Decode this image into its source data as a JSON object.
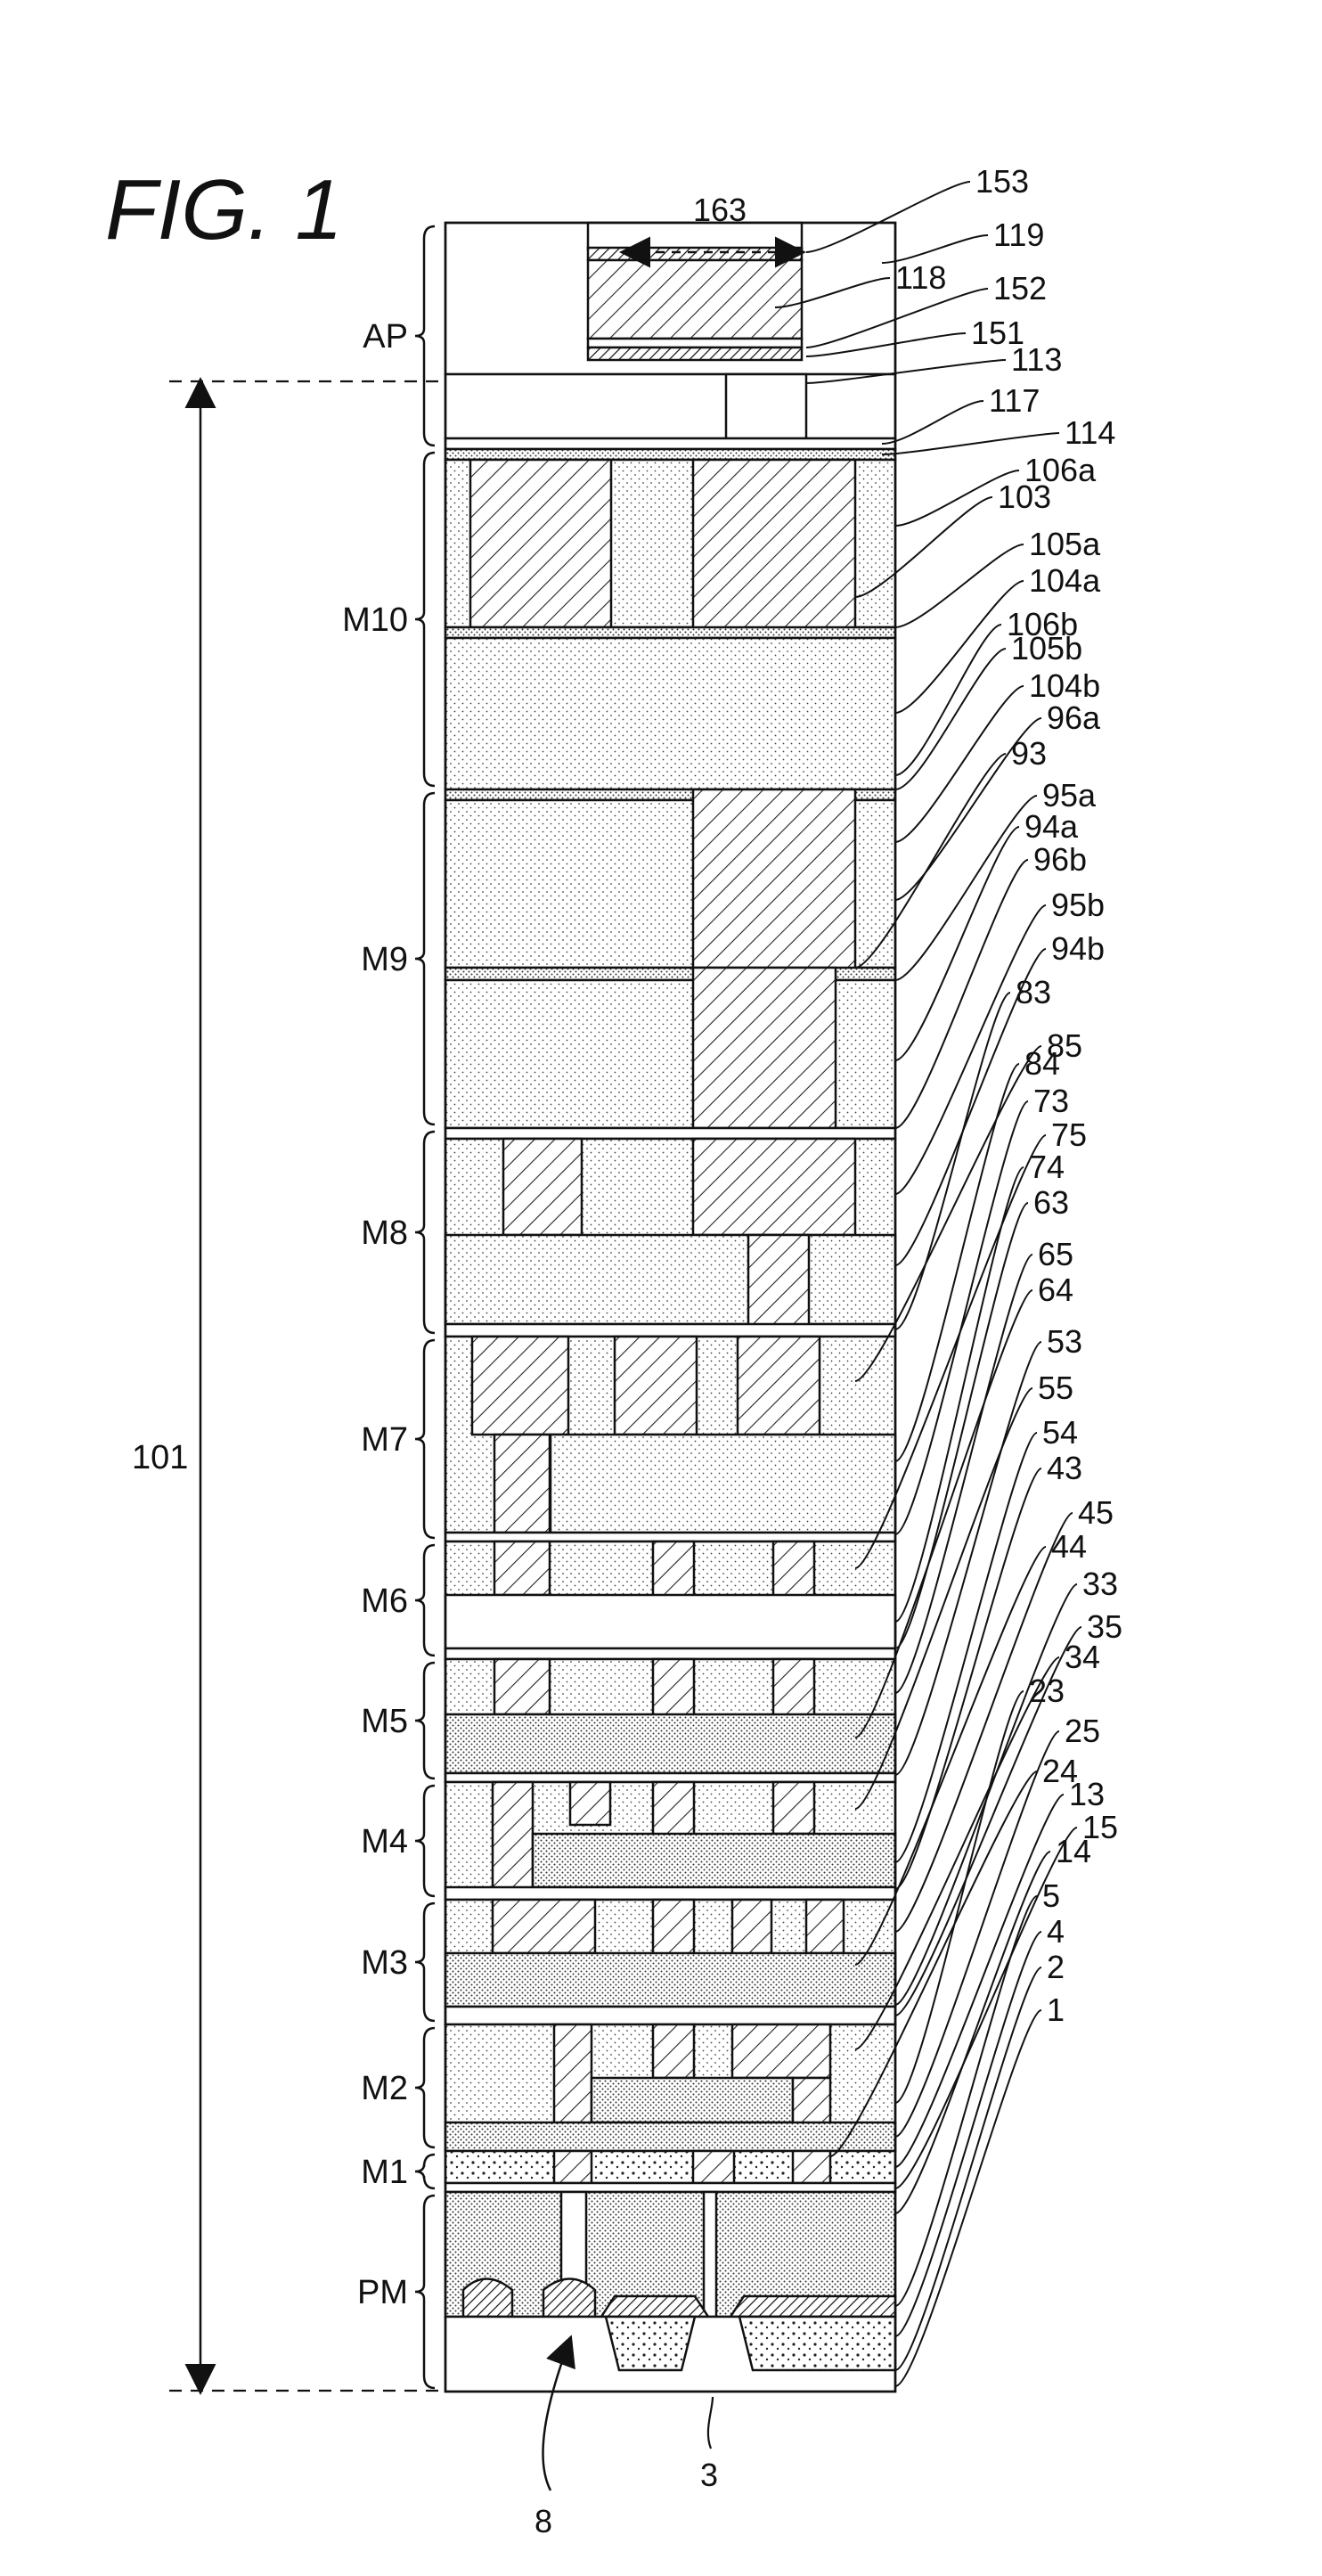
{
  "figure": {
    "title": "FIG. 1"
  },
  "layers": [
    "AP",
    "M10",
    "M9",
    "M8",
    "M7",
    "M6",
    "M5",
    "M4",
    "M3",
    "M2",
    "M1",
    "PM"
  ],
  "span_label": "101",
  "opening_label": "163",
  "bottom_labels": {
    "arrow": "8",
    "center": "3"
  },
  "references": [
    "153",
    "119",
    "118",
    "152",
    "151",
    "113",
    "117",
    "114",
    "106a",
    "103",
    "105a",
    "104a",
    "106b",
    "105b",
    "104b",
    "96a",
    "93",
    "95a",
    "94a",
    "96b",
    "95b",
    "94b",
    "83",
    "85",
    "84",
    "73",
    "75",
    "74",
    "63",
    "65",
    "64",
    "53",
    "55",
    "54",
    "43",
    "45",
    "44",
    "33",
    "35",
    "34",
    "23",
    "25",
    "24",
    "13",
    "15",
    "14",
    "5",
    "4",
    "2",
    "1"
  ]
}
